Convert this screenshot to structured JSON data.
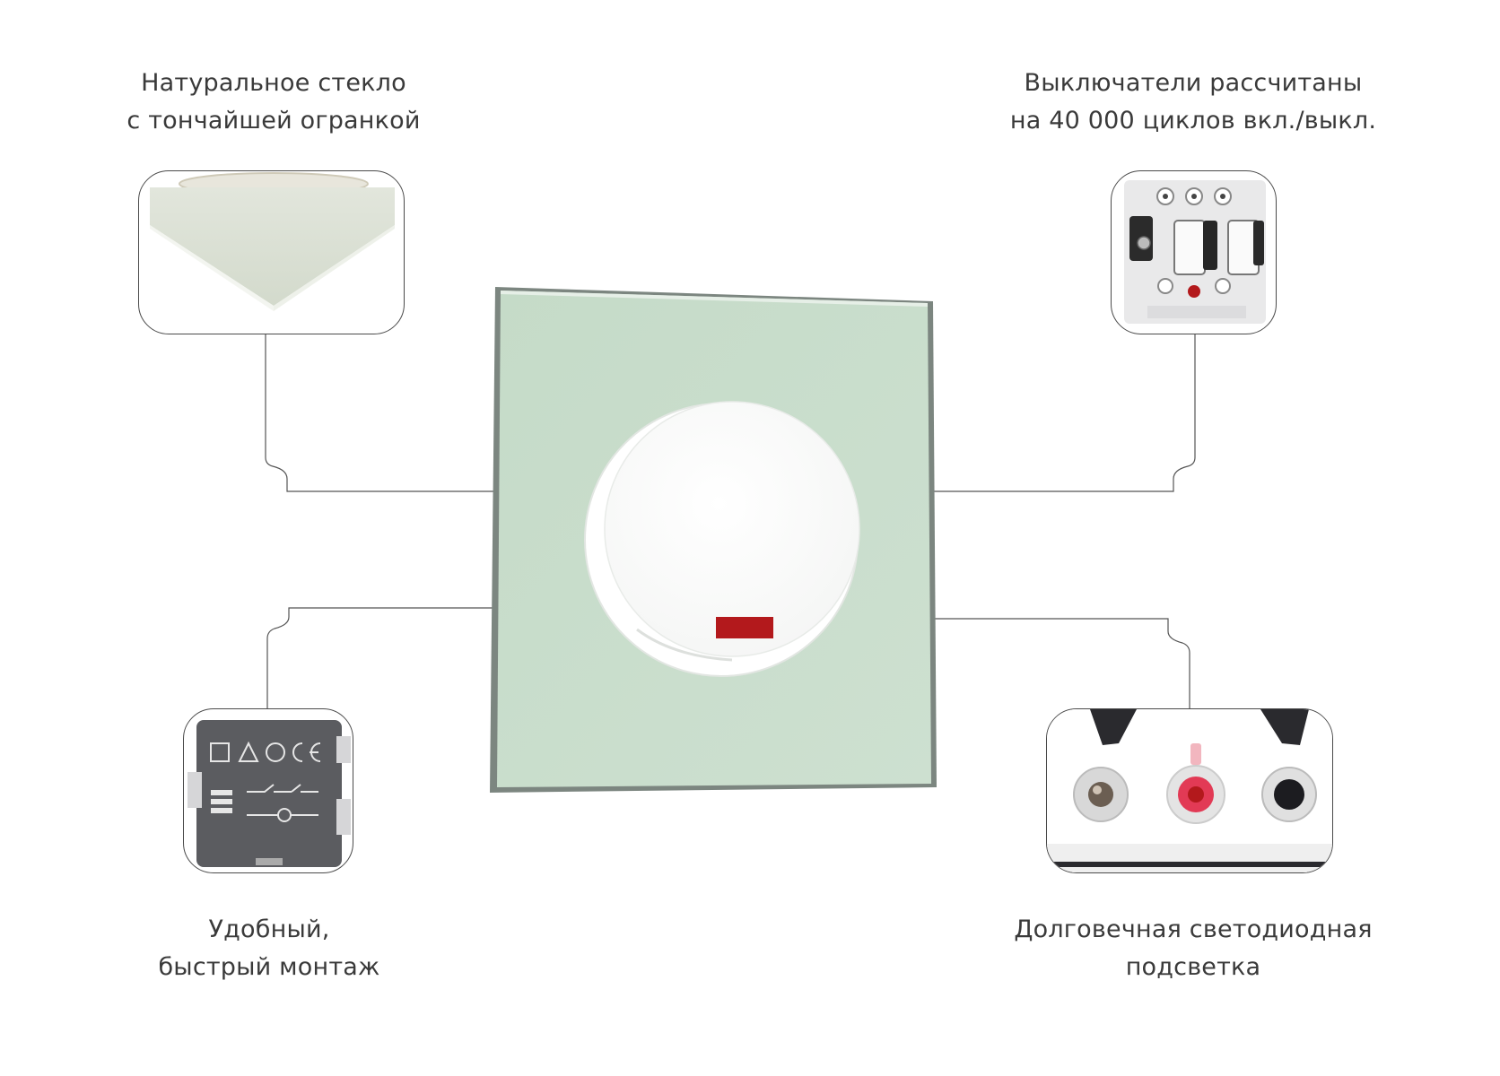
{
  "features": {
    "top_left": {
      "line1": "Натуральное стекло",
      "line2": "с тончайшей огранкой"
    },
    "top_right": {
      "line1": "Выключатели рассчитаны",
      "line2": "на 40 000 циклов вкл./выкл."
    },
    "bottom_left": {
      "line1": "Удобный,",
      "line2": "быстрый монтаж"
    },
    "bottom_right": {
      "line1": "Долговечная светодиодная",
      "line2": "подсветка"
    }
  },
  "colors": {
    "glass": "#c8dccb",
    "glass_edge": "#6f7a72",
    "indicator": "#b3191c",
    "connector": "#555555"
  }
}
